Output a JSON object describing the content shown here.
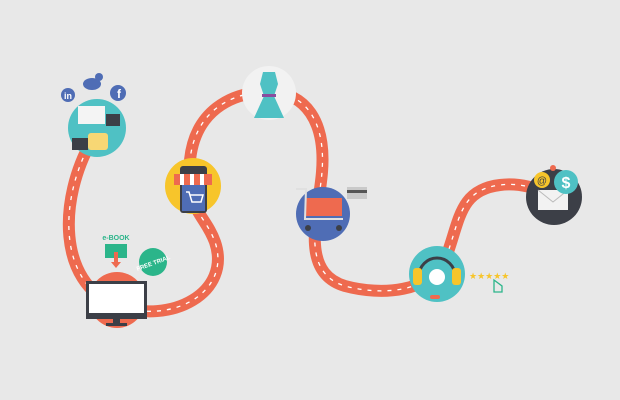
{
  "colors": {
    "background": "#e8e8e8",
    "road": "#ee6a4f",
    "teal": "#4fc1c4",
    "yellow": "#f7c52b",
    "blue": "#4f6db5",
    "dark": "#3c3f47",
    "green": "#2bb58a",
    "star": "#f7c52b"
  },
  "labels": {
    "linkedin": "in",
    "facebook": "f",
    "ebook": "e-BOOK",
    "free_trial": "FREE TRIAL",
    "emoji_at": "@",
    "dollar": "$",
    "stars": "★★★★★"
  },
  "steps": [
    {
      "icon": "social-feedback-icon"
    },
    {
      "icon": "computer-monitor-icon"
    },
    {
      "icon": "mobile-shop-icon"
    },
    {
      "icon": "dress-icon"
    },
    {
      "icon": "shopping-cart-icon"
    },
    {
      "icon": "customer-support-headset-icon"
    },
    {
      "icon": "email-payment-icon"
    }
  ]
}
